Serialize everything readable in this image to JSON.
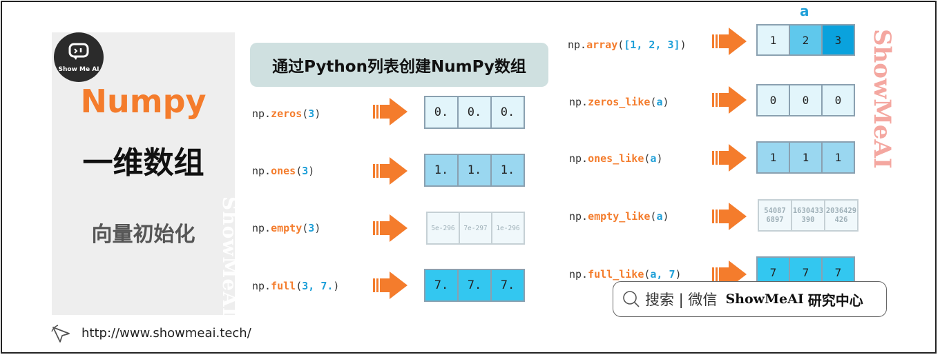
{
  "logo": {
    "text": "Show Me AI"
  },
  "left": {
    "title": "Numpy",
    "subtitle": "一维数组",
    "section": "向量初始化",
    "watermark": "ShowMeAI"
  },
  "header": {
    "title": "通过Python列表创建NumPy数组"
  },
  "left_examples": [
    {
      "prefix": "np.",
      "fn": "zeros",
      "open": "(",
      "args": "3",
      "close": ")",
      "cells": [
        "0.",
        "0.",
        "0."
      ]
    },
    {
      "prefix": "np.",
      "fn": "ones",
      "open": "(",
      "args": "3",
      "close": ")",
      "cells": [
        "1.",
        "1.",
        "1."
      ]
    },
    {
      "prefix": "np.",
      "fn": "empty",
      "open": "(",
      "args": "3",
      "close": ")",
      "cells": [
        "5e-296",
        "7e-297",
        "1e-296"
      ]
    },
    {
      "prefix": "np.",
      "fn": "full",
      "open": "(",
      "args": "3, 7.",
      "close": ")",
      "cells": [
        "7.",
        "7.",
        "7."
      ]
    }
  ],
  "right_examples": [
    {
      "prefix": "np.",
      "fn": "array",
      "open": "(",
      "args": "[1, 2, 3]",
      "close": ")",
      "cells": [
        "1",
        "2",
        "3"
      ]
    },
    {
      "prefix": "np.",
      "fn": "zeros_like",
      "open": "(",
      "args": "a",
      "close": ")",
      "cells": [
        "0",
        "0",
        "0"
      ]
    },
    {
      "prefix": "np.",
      "fn": "ones_like",
      "open": "(",
      "args": "a",
      "close": ")",
      "cells": [
        "1",
        "1",
        "1"
      ]
    },
    {
      "prefix": "np.",
      "fn": "empty_like",
      "open": "(",
      "args": "a",
      "close": ")",
      "cells": [
        "54087\n6897",
        "1630433\n390",
        "2036429\n426"
      ]
    },
    {
      "prefix": "np.",
      "fn": "full_like",
      "open": "(",
      "args": "a, 7",
      "close": ")",
      "cells": [
        "7",
        "7",
        "7"
      ]
    }
  ],
  "array_label": "a",
  "right_watermark": "ShowMeAI",
  "search": {
    "prefix": "搜索 | 微信",
    "brand": "ShowMeAI",
    "suffix": "研究中心"
  },
  "footer": {
    "url": "http://www.showmeai.tech/"
  },
  "colors": {
    "orange": "#f47c2c",
    "blue": "#1e9fd8"
  }
}
